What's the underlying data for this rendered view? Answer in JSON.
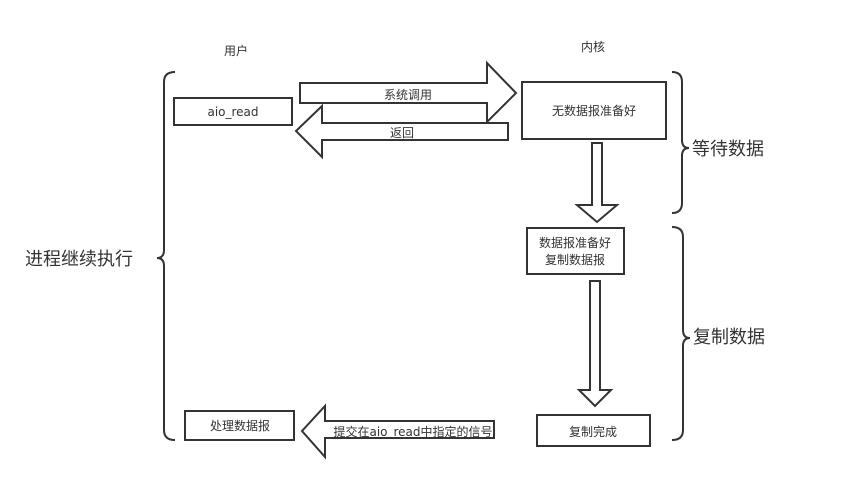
{
  "headers": {
    "user": "用户",
    "kernel": "内核"
  },
  "boxes": {
    "aio_read": "aio_read",
    "no_data": "无数据报准备好",
    "ready_line1": "数据报准备好",
    "ready_line2": "复制数据报",
    "copy_done": "复制完成",
    "process": "处理数据报"
  },
  "arrows": {
    "syscall": "系统调用",
    "return": "返回",
    "signal": "提交在aio_read中指定的信号"
  },
  "phases": {
    "wait": "等待数据",
    "copy": "复制数据",
    "continue": "进程继续执行"
  }
}
